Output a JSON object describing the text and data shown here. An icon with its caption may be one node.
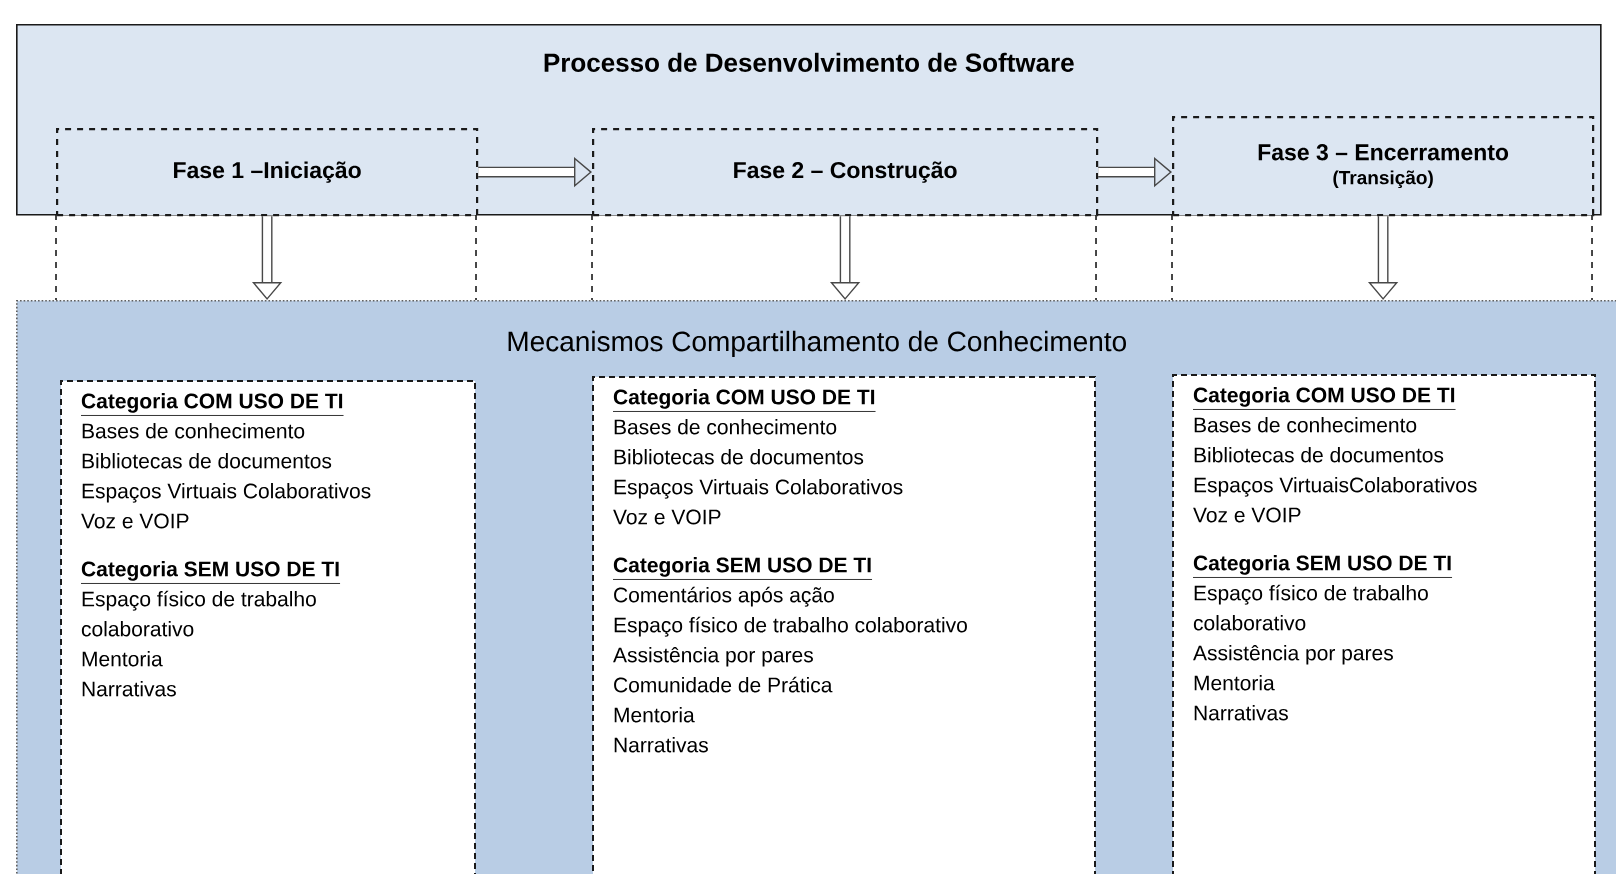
{
  "diagram": {
    "nodes": [
      {
        "text": [
          "Processo de Desenvolvimento de Software"
        ]
      },
      {
        "text": [
          "Fase 1 –Iniciação"
        ],
        "in": 0
      },
      {
        "text": [
          "Fase 2 – Construção"
        ],
        "in": 0
      },
      {
        "text": [
          "Fase 3 – Encerramento",
          "(Transição)"
        ],
        "in": 0
      },
      {
        "text": [
          "Mecanismos Compartilhamento de Conhecimento"
        ]
      },
      {
        "text": [
          "Categoria COM USO DE TI",
          "Bases de conhecimento",
          "Bibliotecas de documentos",
          "Espaços Virtuais Colaborativos",
          "Voz e VOIP",
          "Categoria SEM USO DE TI",
          "Espaço físico de trabalho colaborativo",
          "Mentoria",
          "Narrativas"
        ],
        "in": 4
      },
      {
        "text": [
          "Categoria COM USO DE TI",
          "Bases de conhecimento",
          "Bibliotecas de documentos",
          "Espaços Virtuais Colaborativos",
          "Voz e VOIP",
          "Categoria SEM USO DE TI",
          "Comentários após ação",
          "Espaço físico de trabalho colaborativo",
          "Assistência por pares",
          "Comunidade de Prática",
          "Mentoria",
          "Narrativas"
        ],
        "in": 4
      },
      {
        "text": [
          "Categoria COM USO DE TI",
          "Bases de conhecimento",
          "Bibliotecas de documentos",
          "Espaços VirtuaisColaborativos",
          "Voz e VOIP",
          "Categoria SEM USO DE TI",
          "Espaço físico de trabalho colaborativo",
          "Assistência por pares",
          "Mentoria",
          "Narrativas"
        ],
        "in": 4
      }
    ],
    "edges": [
      {
        "from": 1,
        "to": 2,
        "arrow": "to"
      },
      {
        "from": 2,
        "to": 3,
        "arrow": "to"
      },
      {
        "from": 1,
        "to": 4,
        "arrow": "to"
      },
      {
        "from": 2,
        "to": 4,
        "arrow": "to"
      },
      {
        "from": 3,
        "to": 4,
        "arrow": "to"
      }
    ]
  }
}
